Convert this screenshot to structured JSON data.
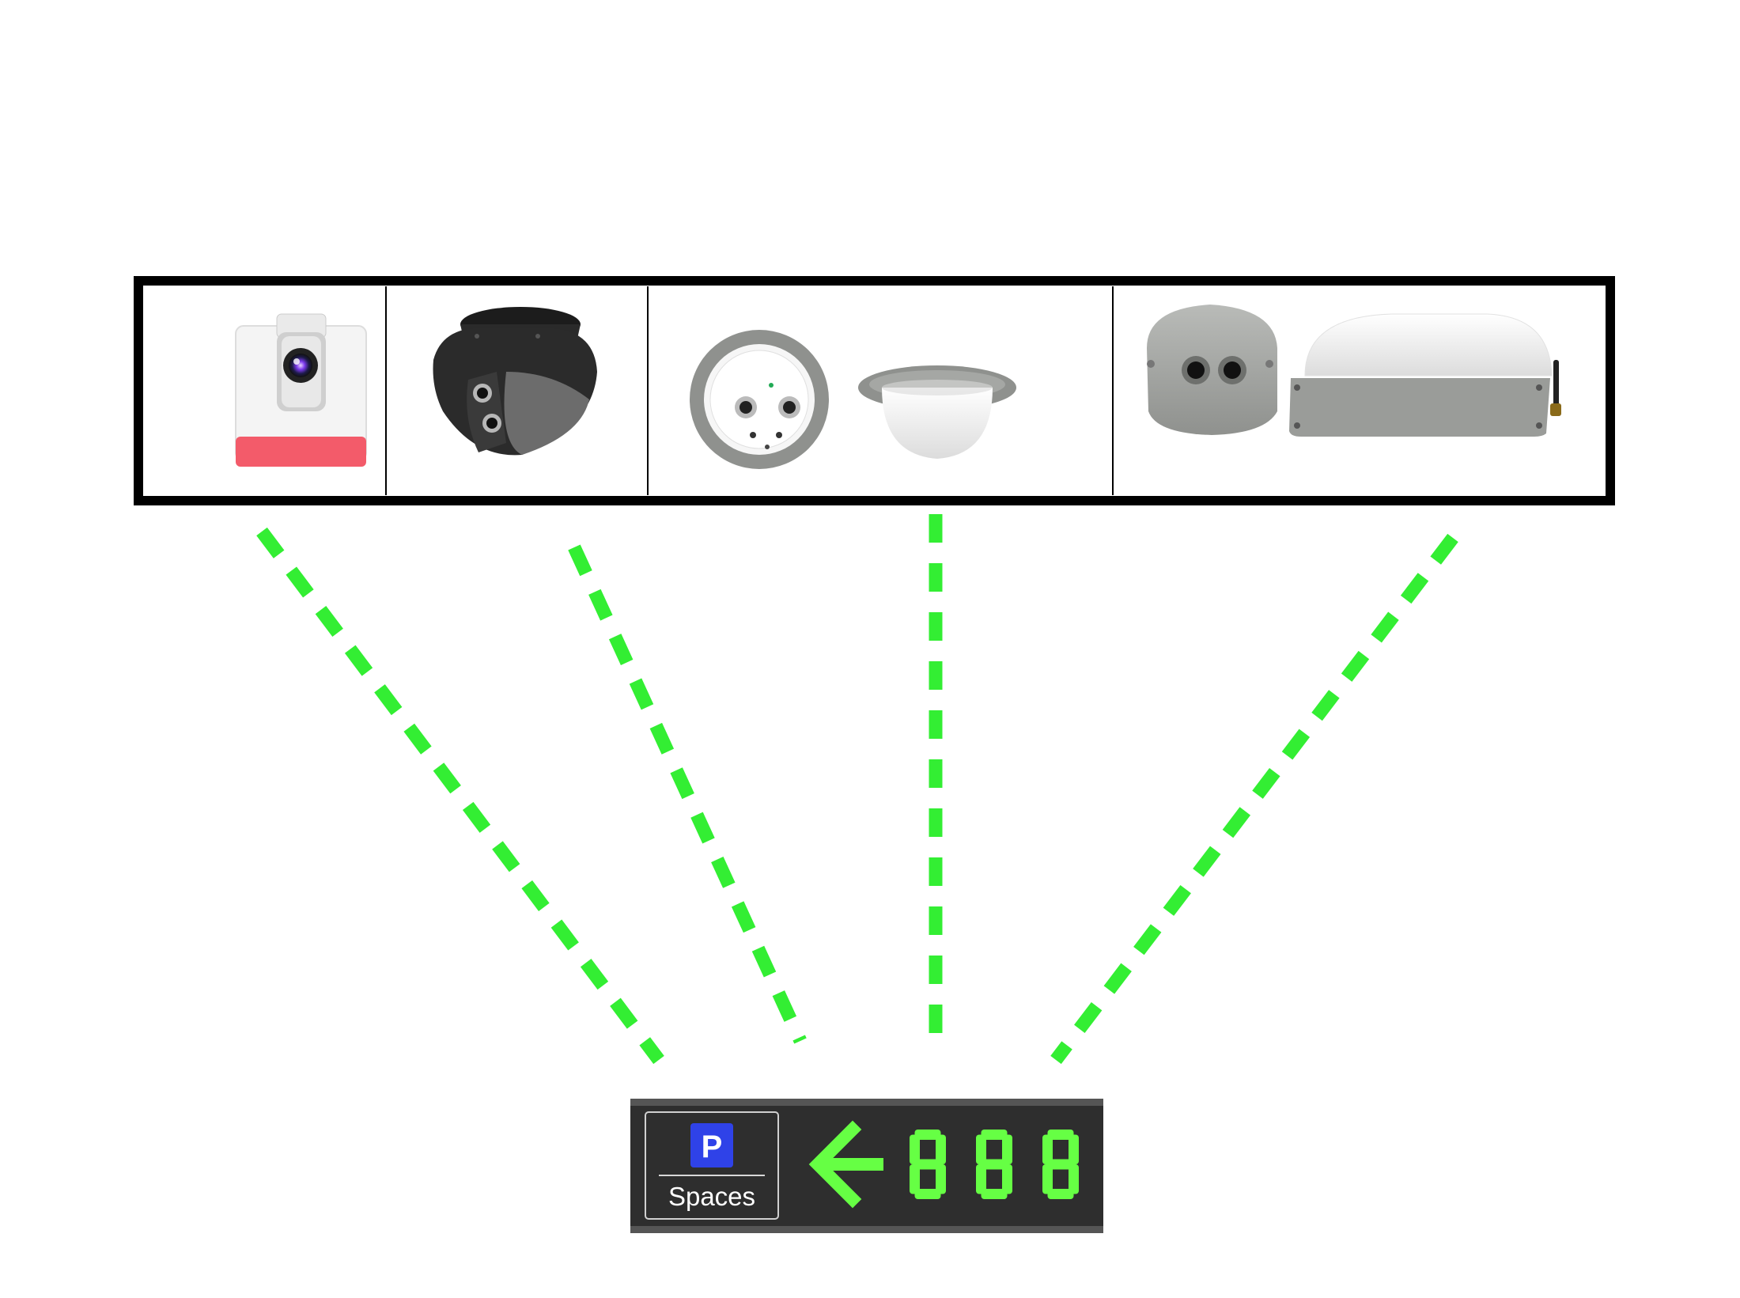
{
  "display": {
    "parking_symbol": "P",
    "label": "Spaces",
    "arrow_direction": "left",
    "count": "888",
    "count_color": "#66ff44"
  },
  "sensors": [
    {
      "name": "camera-sensor-white-red"
    },
    {
      "name": "dual-lens-dome-sensor-black"
    },
    {
      "name": "round-ceiling-sensor-pair"
    },
    {
      "name": "outdoor-sensor-with-antenna-pair"
    }
  ],
  "link_color": "#33ee33",
  "icon_names": [
    "camera-sensor-icon",
    "dome-sensor-icon",
    "ceiling-sensor-icon",
    "outdoor-sensor-icon",
    "parking-icon",
    "arrow-left-icon"
  ]
}
